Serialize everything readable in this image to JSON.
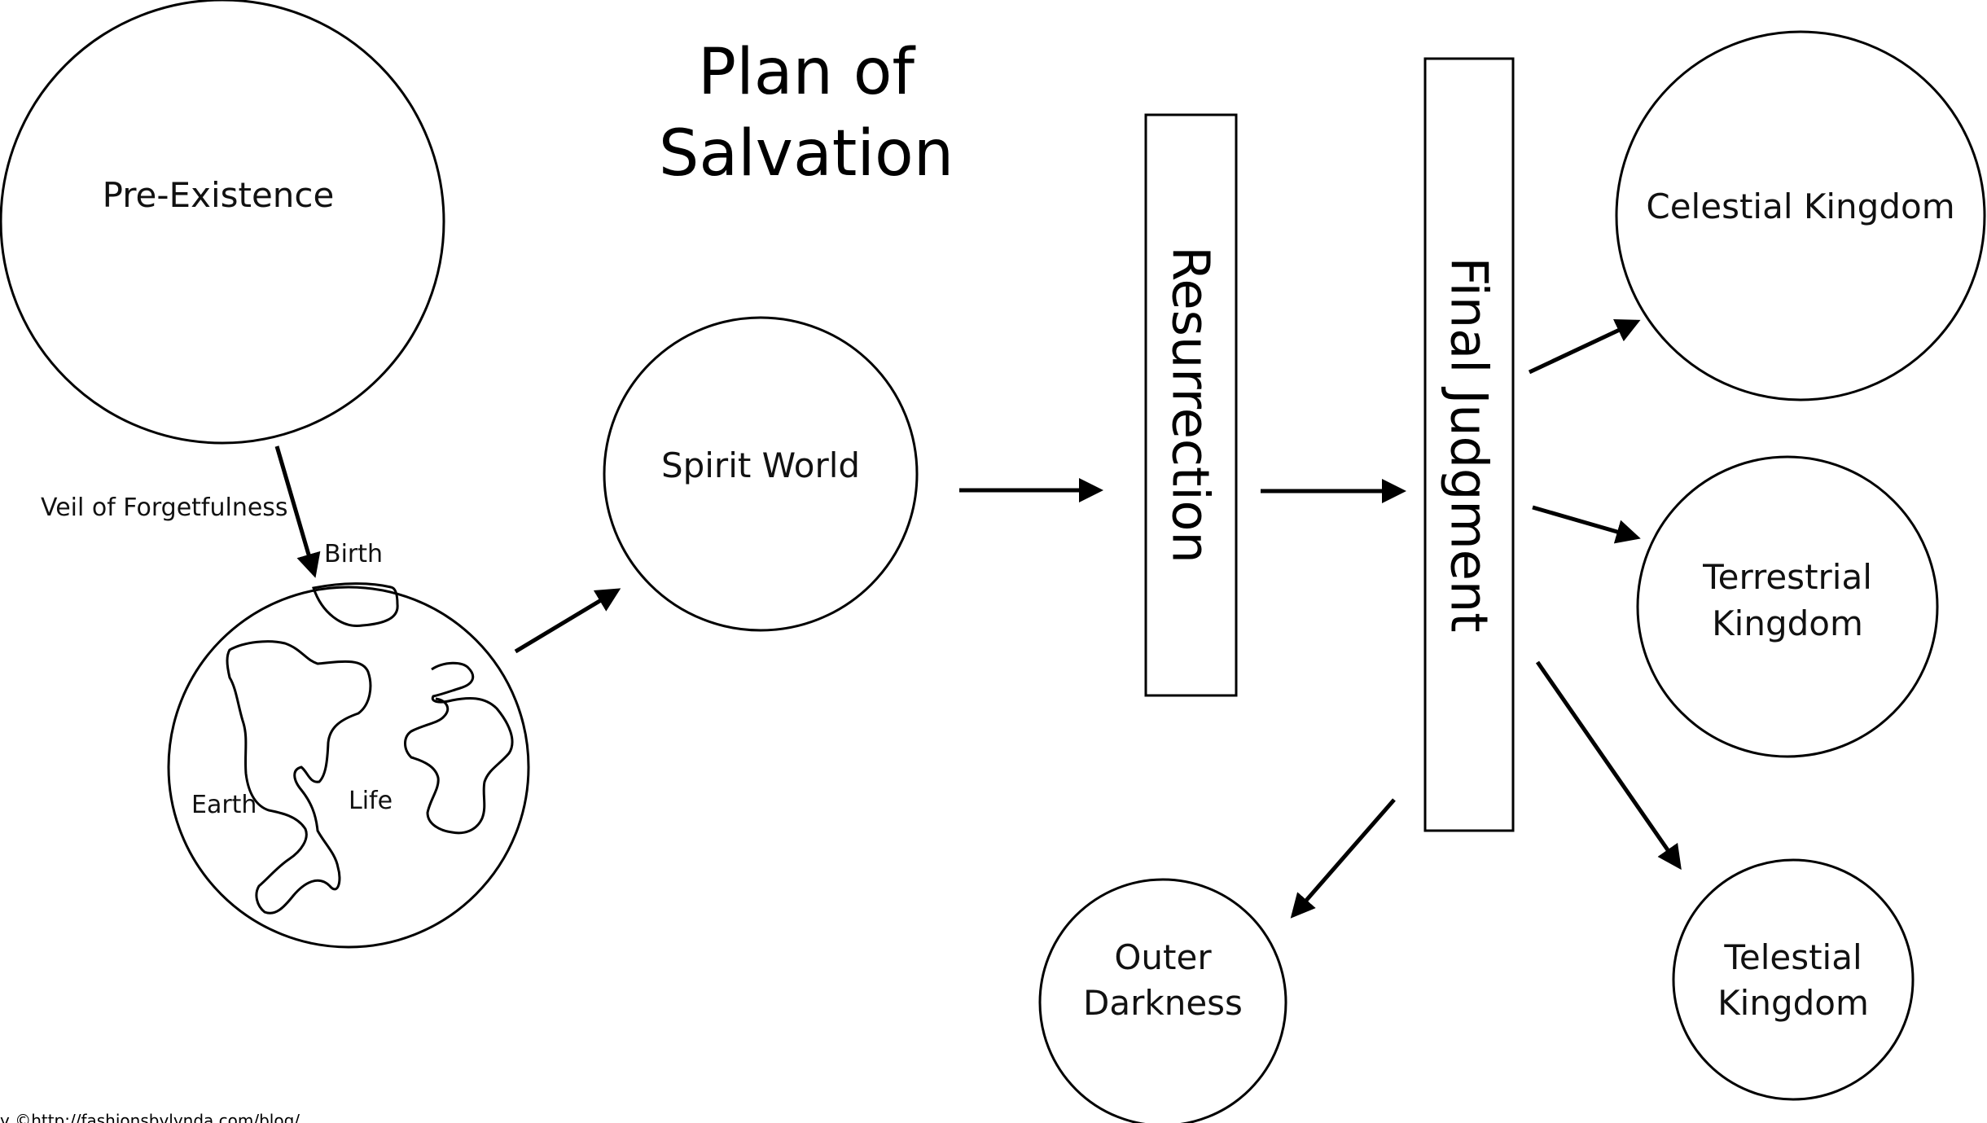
{
  "title": {
    "line1": "Plan of",
    "line2": "Salvation"
  },
  "nodes": {
    "pre_existence": "Pre-Existence",
    "spirit_world": "Spirit World",
    "celestial_kingdom": "Celestial Kingdom",
    "terrestrial_kingdom": [
      "Terrestrial",
      "Kingdom"
    ],
    "telestial_kingdom": [
      "Telestial",
      "Kingdom"
    ],
    "outer_darkness": [
      "Outer",
      "Darkness"
    ],
    "resurrection": "Resurrection",
    "final_judgment": "Final Judgment"
  },
  "annotations": {
    "veil": "Veil of Forgetfulness",
    "birth": "Birth",
    "earth": "Earth",
    "life": "Life"
  },
  "credit": "y ©http://fashionsbylynda.com/blog/"
}
